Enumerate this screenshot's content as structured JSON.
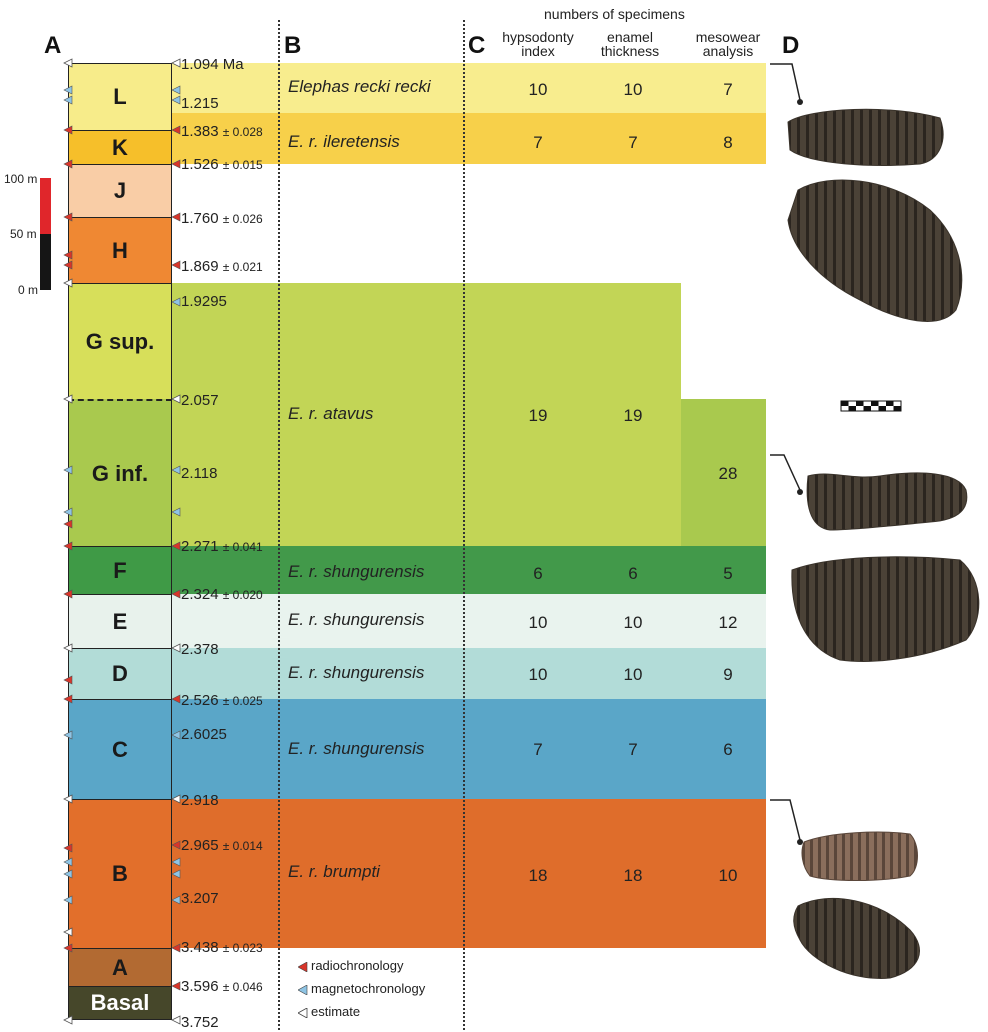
{
  "header": {
    "numbers_of_specimens": "numbers of specimens"
  },
  "panels": {
    "a": "A",
    "b": "B",
    "c": "C",
    "d": "D"
  },
  "columns": {
    "hypsodonty": [
      "hypsodonty",
      "index"
    ],
    "enamel": [
      "enamel",
      "thickness"
    ],
    "mesowear": [
      "mesowear",
      "analysis"
    ]
  },
  "scale": {
    "top": "100 m",
    "mid": "50 m",
    "bottom": "0 m"
  },
  "units": [
    "L",
    "K",
    "J",
    "H",
    "G sup.",
    "G inf.",
    "F",
    "E",
    "D",
    "C",
    "B",
    "A",
    "Basal"
  ],
  "ages": [
    {
      "value": "1.094 Ma",
      "error": ""
    },
    {
      "value": "1.215",
      "error": ""
    },
    {
      "value": "1.383",
      "error": "± 0.028"
    },
    {
      "value": "1.526",
      "error": "± 0.015"
    },
    {
      "value": "1.760",
      "error": "± 0.026"
    },
    {
      "value": "1.869",
      "error": "± 0.021"
    },
    {
      "value": "1.9295",
      "error": ""
    },
    {
      "value": "2.057",
      "error": ""
    },
    {
      "value": "2.118",
      "error": ""
    },
    {
      "value": "2.271",
      "error": "± 0.041"
    },
    {
      "value": "2.324",
      "error": "± 0.020"
    },
    {
      "value": "2.378",
      "error": ""
    },
    {
      "value": "2.526",
      "error": "± 0.025"
    },
    {
      "value": "2.6025",
      "error": ""
    },
    {
      "value": "2.918",
      "error": ""
    },
    {
      "value": "2.965",
      "error": "± 0.014"
    },
    {
      "value": "3.207",
      "error": ""
    },
    {
      "value": "3.438",
      "error": "± 0.023"
    },
    {
      "value": "3.596",
      "error": "± 0.046"
    },
    {
      "value": "3.752",
      "error": ""
    }
  ],
  "rows": [
    {
      "taxon": "Elephas recki recki",
      "hypsodonty": "10",
      "enamel": "10",
      "mesowear": "7"
    },
    {
      "taxon": "E. r. ileretensis",
      "hypsodonty": "7",
      "enamel": "7",
      "mesowear": "8"
    },
    {
      "taxon": "E. r. atavus",
      "hypsodonty": "19",
      "enamel": "19",
      "mesowear": "28"
    },
    {
      "taxon": "E. r. shungurensis",
      "hypsodonty": "6",
      "enamel": "6",
      "mesowear": "5"
    },
    {
      "taxon": "E. r. shungurensis",
      "hypsodonty": "10",
      "enamel": "10",
      "mesowear": "12"
    },
    {
      "taxon": "E. r. shungurensis",
      "hypsodonty": "10",
      "enamel": "10",
      "mesowear": "9"
    },
    {
      "taxon": "E. r. shungurensis",
      "hypsodonty": "7",
      "enamel": "7",
      "mesowear": "6"
    },
    {
      "taxon": "E. r. brumpti",
      "hypsodonty": "18",
      "enamel": "18",
      "mesowear": "10"
    }
  ],
  "legend": [
    "radiochronology",
    "magnetochronology",
    "estimate"
  ],
  "colors": {
    "L": "#f7ec8a",
    "K": "#f6bf2a",
    "J": "#f9cda6",
    "H": "#ef8833",
    "G_sup": "#d7df5a",
    "G_inf": "#a9c94e",
    "F": "#3f9a46",
    "E": "#e8f2ec",
    "D": "#b2dcd7",
    "C": "#5aa6c8",
    "B": "#e26f2b",
    "A": "#b26a32",
    "Basal": "#46472a",
    "band_L": "#f8ed8e",
    "band_K": "#f7d04a",
    "band_G": "#c2d556",
    "band_G_mesowear": "#a9c94e",
    "band_F": "#42994a",
    "band_E": "#e9f3ee",
    "band_D": "#b2dcd8",
    "band_C": "#5aa6c8",
    "band_B": "#df6d2b",
    "radio_marker": "#d8352a",
    "magneto_marker": "#8ec4e4",
    "estimate_marker": "#ffffff",
    "scale_red": "#e0262b",
    "scale_black": "#151515"
  },
  "icons": [
    "radio-marker-icon",
    "magneto-marker-icon",
    "estimate-marker-icon",
    "tooth-icon",
    "scale-bar-icon"
  ]
}
